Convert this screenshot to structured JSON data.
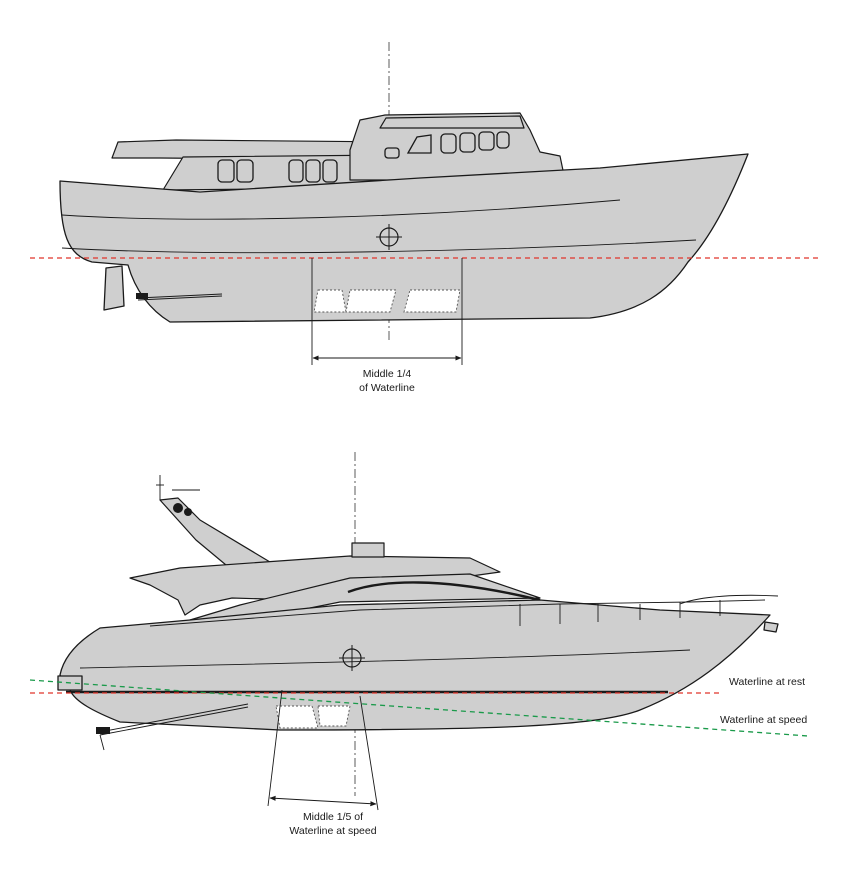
{
  "labels": {
    "top_dimension_line1": "Middle 1/4",
    "top_dimension_line2": "of Waterline",
    "bottom_dimension_line1": "Middle 1/5 of",
    "bottom_dimension_line2": "Waterline at speed",
    "waterline_at_rest": "Waterline at rest",
    "waterline_at_speed": "Waterline at speed"
  },
  "colors": {
    "hull_fill": "#cfcfcf",
    "waterline_at_rest": "#e0352b",
    "waterline_at_speed": "#1a9a4a",
    "outline": "#1a1a1a"
  }
}
